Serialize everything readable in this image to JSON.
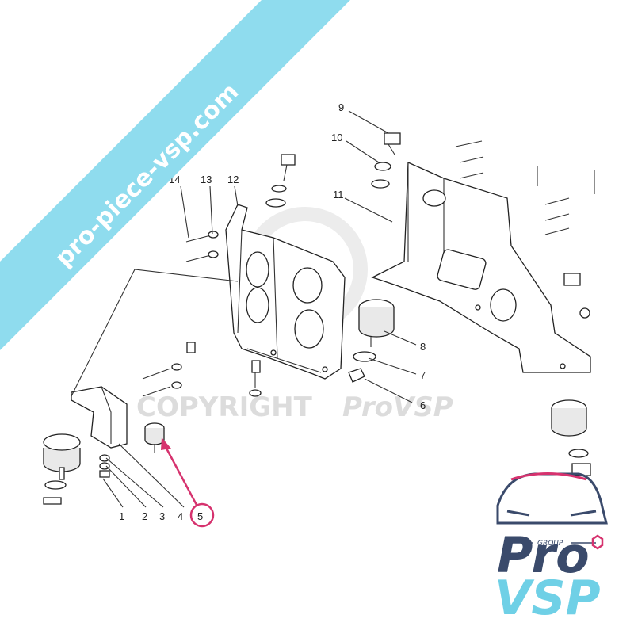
{
  "banner": {
    "text": "pro-piece-vsp.com",
    "color": "#8fdcee"
  },
  "watermark": {
    "left": "COPYRIGHT",
    "right": "ProVSP"
  },
  "logo": {
    "group": "GROUP",
    "pro": "Pro",
    "vsp": "VSP",
    "accent": "#d6326e"
  },
  "callouts": {
    "n1": "1",
    "n2": "2",
    "n3": "3",
    "n4": "4",
    "n5": "5",
    "n6": "6",
    "n7": "7",
    "n8": "8",
    "n9": "9",
    "n10": "10",
    "n11": "11",
    "n12": "12",
    "n13": "13",
    "n14": "14"
  },
  "highlight": {
    "part": "5",
    "color": "#d6326e"
  }
}
